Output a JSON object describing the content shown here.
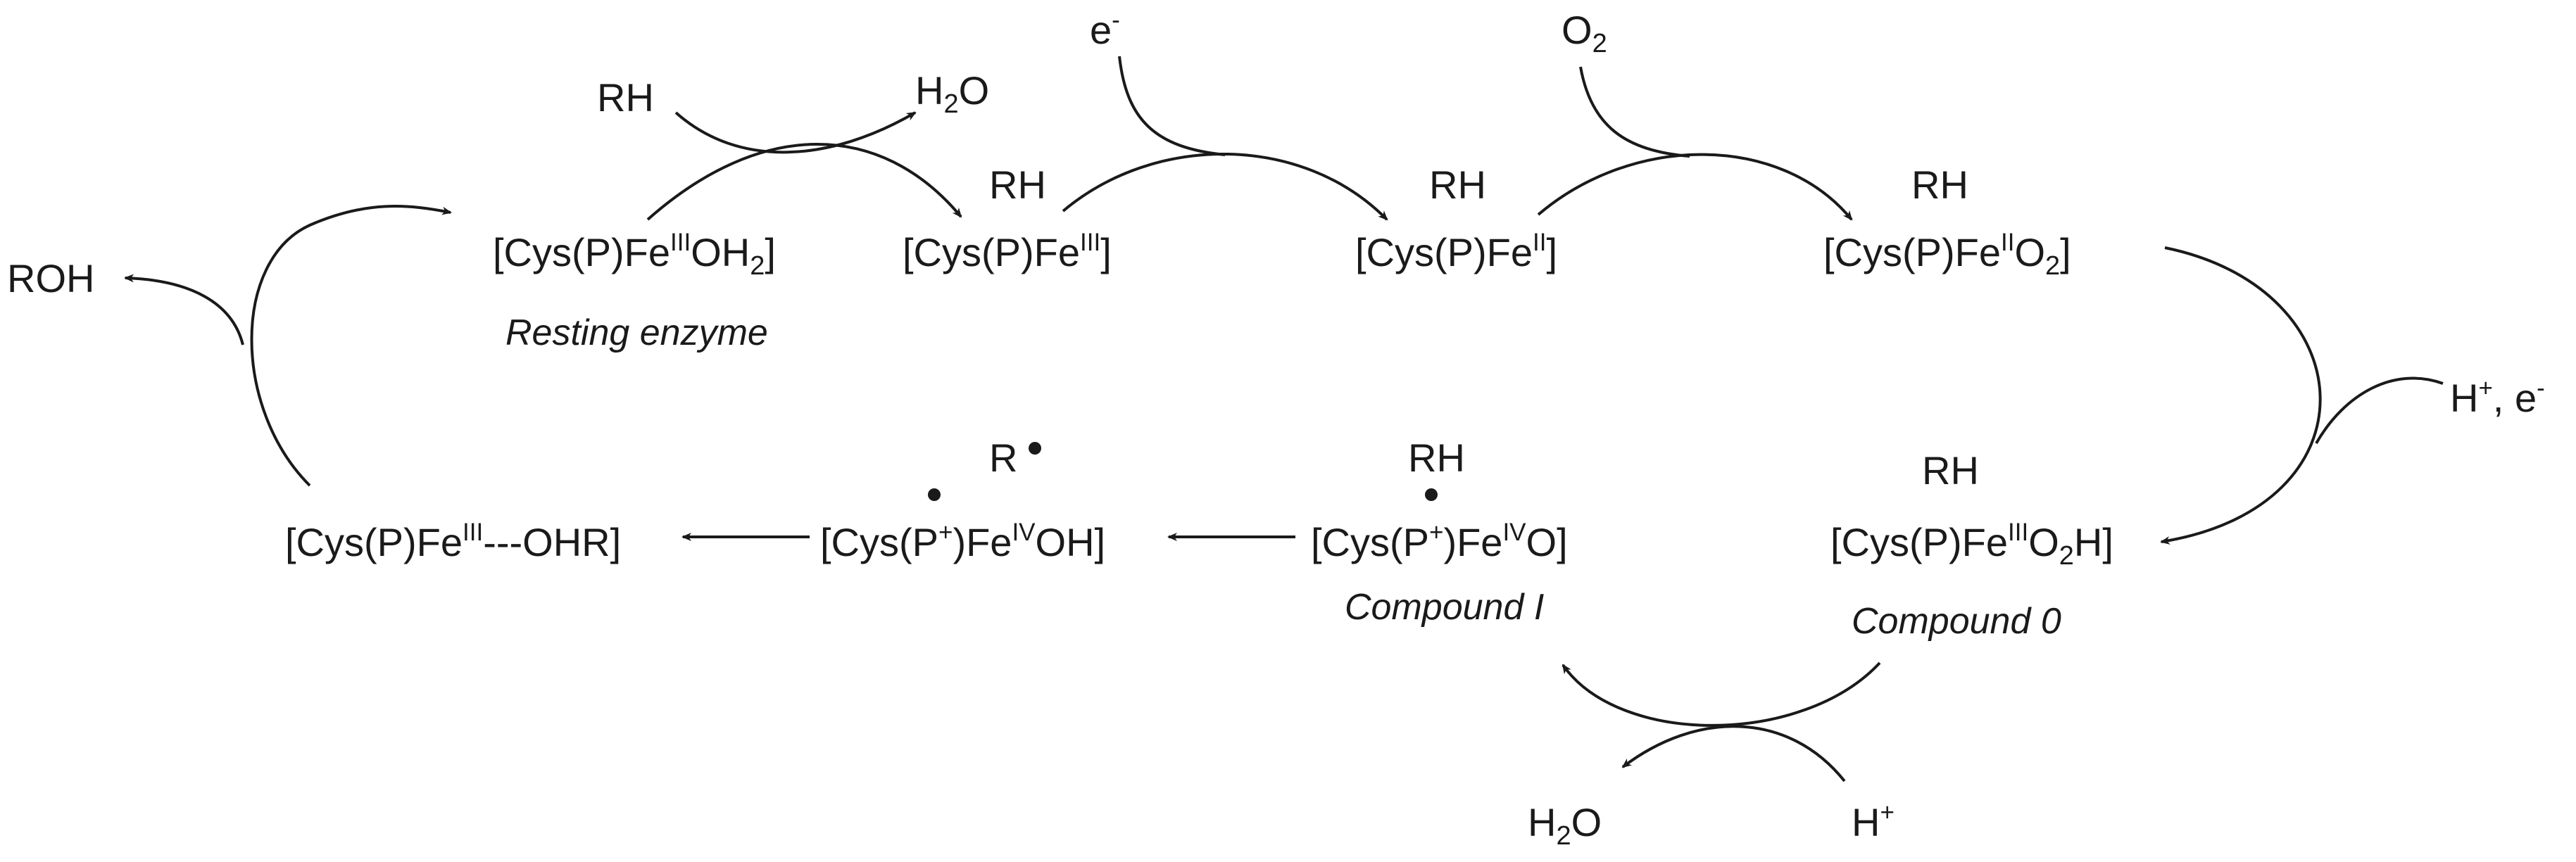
{
  "species": {
    "resting": {
      "prefix": "[Cys(P)Fe",
      "sup": "III",
      "mid": "OH",
      "sub": "2",
      "suffix": "]"
    },
    "resting_caption": "Resting enzyme",
    "fe3_rh": {
      "rh": "RH",
      "prefix": "[Cys(P)Fe",
      "sup": "III",
      "suffix": "]"
    },
    "fe2_rh": {
      "rh": "RH",
      "prefix": "[Cys(P)Fe",
      "sup": "II",
      "suffix": "]"
    },
    "fe2_o2": {
      "rh": "RH",
      "prefix": "[Cys(P)Fe",
      "sup": "II",
      "mid": "O",
      "sub": "2",
      "suffix": "]"
    },
    "compound0": {
      "rh": "RH",
      "prefix": "[Cys(P)Fe",
      "sup": "III",
      "mid": "O",
      "sub": "2",
      "suffix": "H]"
    },
    "compound0_caption": "Compound 0",
    "compound1": {
      "rh": "RH",
      "prefix": "[Cys(P",
      "sup1": "+",
      "mid": ")Fe",
      "sup2": "IV",
      "suffix": "O]"
    },
    "compound1_caption": "Compound I",
    "radical_pair": {
      "r": "R",
      "prefix": "[Cys(P",
      "sup1": "+",
      "mid": ")Fe",
      "sup2": "IV",
      "suffix": "OH]"
    },
    "product_complex": {
      "prefix": "[Cys(P)Fe",
      "sup": "III",
      "suffix": "---OHR]"
    },
    "roh": "ROH"
  },
  "reagents": {
    "rh_in": "RH",
    "h2o_out_top": {
      "main": "H",
      "sub": "2",
      "tail": "O"
    },
    "electron_1": {
      "main": "e",
      "sup": "-"
    },
    "o2_in": {
      "main": "O",
      "sub": "2"
    },
    "proton_electron": {
      "h": "H",
      "hsup": "+",
      "mid": ", e",
      "esup": "-"
    },
    "h2o_out_bottom": {
      "main": "H",
      "sub": "2",
      "tail": "O"
    },
    "proton_bottom": {
      "main": "H",
      "sup": "+"
    }
  }
}
